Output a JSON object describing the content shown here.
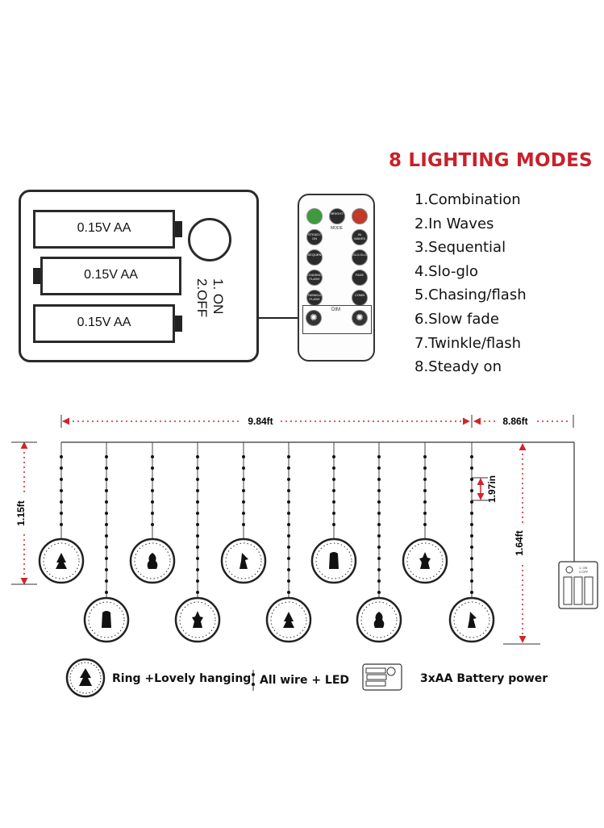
{
  "title": "8 LIGHTING MODES",
  "modes": [
    "1.Combination",
    "2.In Waves",
    "3.Sequential",
    "4.Slo-glo",
    "5.Chasing/flash",
    "6.Slow fade",
    "7.Twinkle/flash",
    "8.Steady on"
  ],
  "battery_box": {
    "cells": [
      "0.15V AA",
      "0.15V AA",
      "0.15V AA"
    ],
    "switch_lines": [
      "1. ON",
      "2.OFF"
    ]
  },
  "remote": {
    "top_buttons": [
      "",
      "BRIGHT",
      ""
    ],
    "mode_label": "MODE",
    "left_buttons": [
      "STEADY ON",
      "SEQUEN",
      "CHASING FLASH",
      "TWINKLE FLASH"
    ],
    "right_buttons": [
      "IN WAVES",
      "SLO-GLO",
      "FADE",
      "COMB"
    ],
    "dim_label": "DIM"
  },
  "dimensions": {
    "width_main": "9.84ft",
    "width_extra": "8.86ft",
    "drop_short": "1.15ft",
    "drop_long": "1.64ft",
    "led_spacing": "1.97in"
  },
  "mini_battery": {
    "switch_lines": [
      "1. ON",
      "2.OFF"
    ]
  },
  "legend": {
    "ring": "Ring +Lovely hanging",
    "wire": "All wire + LED",
    "battery": "3xAA Battery power"
  },
  "colors": {
    "title": "#c8202a",
    "dimension_arrows": "#d0242c",
    "green_button": "#3d9b3d",
    "red_button": "#c0392b"
  }
}
